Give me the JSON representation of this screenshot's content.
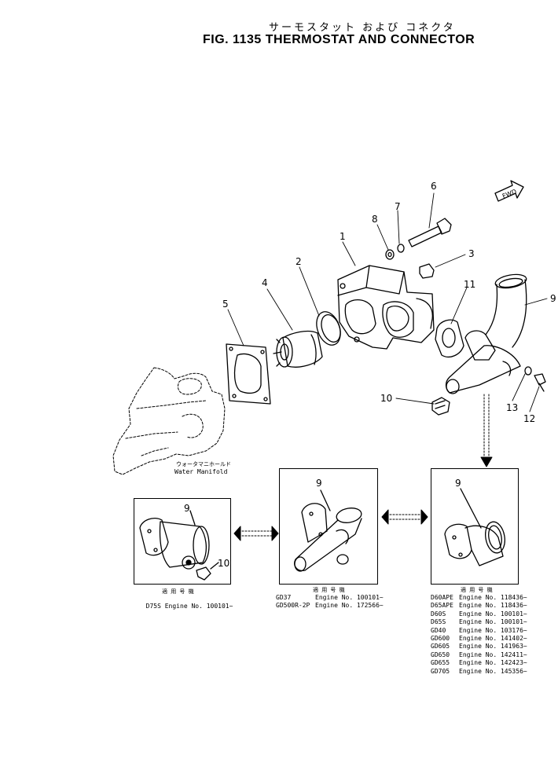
{
  "title": {
    "japanese": "サーモスタット および コネクタ",
    "english": "FIG. 1135  THERMOSTAT AND CONNECTOR"
  },
  "fwd_label": "FWD",
  "callouts": {
    "c1": "1",
    "c2": "2",
    "c3": "3",
    "c4": "4",
    "c5": "5",
    "c6": "6",
    "c7": "7",
    "c8": "8",
    "c9": "9",
    "c10": "10",
    "c11": "11",
    "c12": "12",
    "c13": "13"
  },
  "manifold_label": {
    "jp": "ウォータマニホールド",
    "en": "Water Manifold"
  },
  "panels": {
    "left": {
      "callouts": [
        "9",
        "10"
      ],
      "header": "適 用 号 機",
      "rows": [
        {
          "model": "D75S",
          "engine": "Engine No. 100101~"
        }
      ]
    },
    "middle": {
      "callouts": [
        "9"
      ],
      "header": "適 用 号 機",
      "rows": [
        {
          "model": "GD37",
          "engine": "Engine No. 100101~"
        },
        {
          "model": "GD500R-2P",
          "engine": "Engine No. 172566~"
        }
      ]
    },
    "right": {
      "callouts": [
        "9"
      ],
      "header": "適 用 号 機",
      "rows": [
        {
          "model": "D60APE",
          "engine": "Engine No. 118436~"
        },
        {
          "model": "D65APE",
          "engine": "Engine No. 118436~"
        },
        {
          "model": "D60S",
          "engine": "Engine No. 100101~"
        },
        {
          "model": "D65S",
          "engine": "Engine No. 100101~"
        },
        {
          "model": "GD40",
          "engine": "Engine No. 103176~"
        },
        {
          "model": "GD600",
          "engine": "Engine No. 141402~"
        },
        {
          "model": "GD605",
          "engine": "Engine No. 141963~"
        },
        {
          "model": "GD650",
          "engine": "Engine No. 142411~"
        },
        {
          "model": "GD655",
          "engine": "Engine No. 142423~"
        },
        {
          "model": "GD705",
          "engine": "Engine No. 145356~"
        }
      ]
    }
  }
}
